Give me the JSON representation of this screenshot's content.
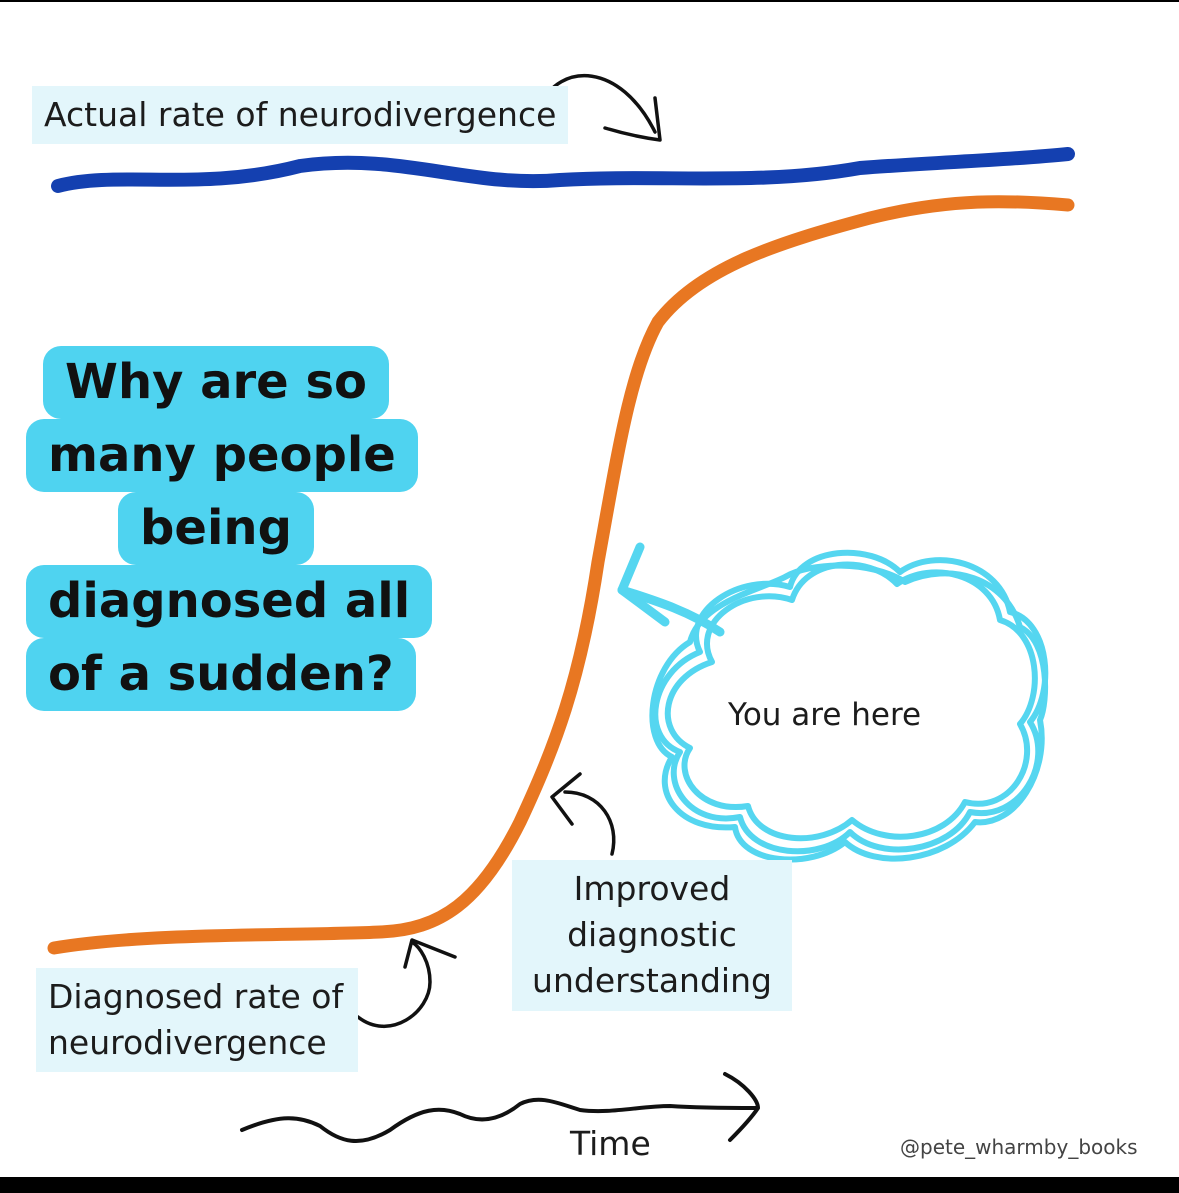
{
  "colors": {
    "actual_line": "#1440b0",
    "diagnosed_line": "#e87722",
    "question_box": "#4fd3f0",
    "label_box": "#e3f6fb",
    "cloud": "#55d6f0",
    "arrow": "#111111"
  },
  "labels": {
    "actual": "Actual rate of neurodivergence",
    "diagnosed": "Diagnosed rate of neurodivergence",
    "improved": "Improved diagnostic understanding",
    "you_are_here": "You are here",
    "time": "Time",
    "credit": "@pete_wharmby_books"
  },
  "question": {
    "lines": [
      "Why are so",
      "many people",
      "being",
      "diagnosed all",
      "of a sudden?"
    ]
  },
  "icons": [
    "curved-arrow-icon",
    "wavy-arrow-icon",
    "cloud-icon",
    "pointer-arrow-icon"
  ]
}
